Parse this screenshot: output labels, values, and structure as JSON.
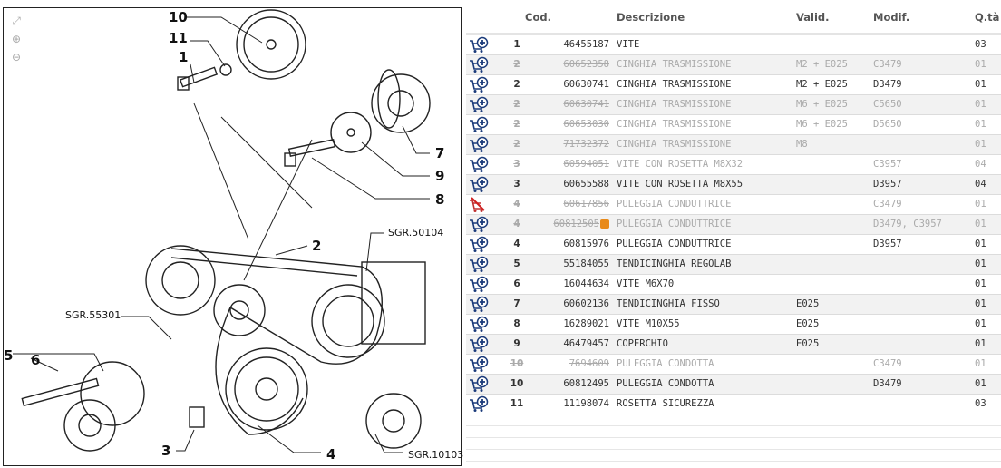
{
  "diagram": {
    "callouts": [
      "10",
      "11",
      "1",
      "7",
      "9",
      "8",
      "2",
      "5",
      "6",
      "3",
      "4"
    ],
    "refs": [
      "SGR.50104",
      "SGR.55301",
      "SGR.10103"
    ],
    "tools": [
      "fit-icon",
      "zoom-in-icon",
      "zoom-out-icon"
    ]
  },
  "table": {
    "headers": {
      "code": "Cod.",
      "desc": "Descrizione",
      "valid": "Valid.",
      "modif": "Modif.",
      "qty": "Q.tà"
    },
    "rows": [
      {
        "item": "1",
        "code": "46455187",
        "desc": "VITE",
        "valid": "",
        "modif": "",
        "qty": "03",
        "old": false
      },
      {
        "item": "2",
        "code": "60652358",
        "desc": "CINGHIA TRASMISSIONE",
        "valid": "M2 + E025",
        "modif": "C3479",
        "qty": "01",
        "old": true
      },
      {
        "item": "2",
        "code": "60630741",
        "desc": "CINGHIA TRASMISSIONE",
        "valid": "M2 + E025",
        "modif": "D3479",
        "qty": "01",
        "old": false
      },
      {
        "item": "2",
        "code": "60630741",
        "desc": "CINGHIA TRASMISSIONE",
        "valid": "M6 + E025",
        "modif": "C5650",
        "qty": "01",
        "old": true
      },
      {
        "item": "2",
        "code": "60653030",
        "desc": "CINGHIA TRASMISSIONE",
        "valid": "M6 + E025",
        "modif": "D5650",
        "qty": "01",
        "old": true
      },
      {
        "item": "2",
        "code": "71732372",
        "desc": "CINGHIA TRASMISSIONE",
        "valid": "M8",
        "modif": "",
        "qty": "01",
        "old": true
      },
      {
        "item": "3",
        "code": "60594051",
        "desc": "VITE CON ROSETTA M8X32",
        "valid": "",
        "modif": "C3957",
        "qty": "04",
        "old": true
      },
      {
        "item": "3",
        "code": "60655588",
        "desc": "VITE CON ROSETTA M8X55",
        "valid": "",
        "modif": "D3957",
        "qty": "04",
        "old": false
      },
      {
        "item": "4",
        "code": "60617856",
        "desc": "PULEGGIA CONDUTTRICE",
        "valid": "",
        "modif": "C3479",
        "qty": "01",
        "old": true,
        "disabled": true
      },
      {
        "item": "4",
        "code": "60812505",
        "desc": "PULEGGIA CONDUTTRICE",
        "valid": "",
        "modif": "D3479, C3957",
        "qty": "01",
        "old": true,
        "swap": true
      },
      {
        "item": "4",
        "code": "60815976",
        "desc": "PULEGGIA CONDUTTRICE",
        "valid": "",
        "modif": "D3957",
        "qty": "01",
        "old": false
      },
      {
        "item": "5",
        "code": "55184055",
        "desc": "TENDICINGHIA REGOLAB",
        "valid": "",
        "modif": "",
        "qty": "01",
        "old": false
      },
      {
        "item": "6",
        "code": "16044634",
        "desc": "VITE M6X70",
        "valid": "",
        "modif": "",
        "qty": "01",
        "old": false
      },
      {
        "item": "7",
        "code": "60602136",
        "desc": "TENDICINGHIA FISSO",
        "valid": "E025",
        "modif": "",
        "qty": "01",
        "old": false
      },
      {
        "item": "8",
        "code": "16289021",
        "desc": "VITE M10X55",
        "valid": "E025",
        "modif": "",
        "qty": "01",
        "old": false
      },
      {
        "item": "9",
        "code": "46479457",
        "desc": "COPERCHIO",
        "valid": "E025",
        "modif": "",
        "qty": "01",
        "old": false
      },
      {
        "item": "10",
        "code": "7694609",
        "desc": "PULEGGIA CONDOTTA",
        "valid": "",
        "modif": "C3479",
        "qty": "01",
        "old": true
      },
      {
        "item": "10",
        "code": "60812495",
        "desc": "PULEGGIA CONDOTTA",
        "valid": "",
        "modif": "D3479",
        "qty": "01",
        "old": false
      },
      {
        "item": "11",
        "code": "11198074",
        "desc": "ROSETTA SICUREZZA",
        "valid": "",
        "modif": "",
        "qty": "03",
        "old": false
      }
    ]
  },
  "colors": {
    "cart": "#1a3a7a",
    "old_text": "#aaaaaa"
  }
}
